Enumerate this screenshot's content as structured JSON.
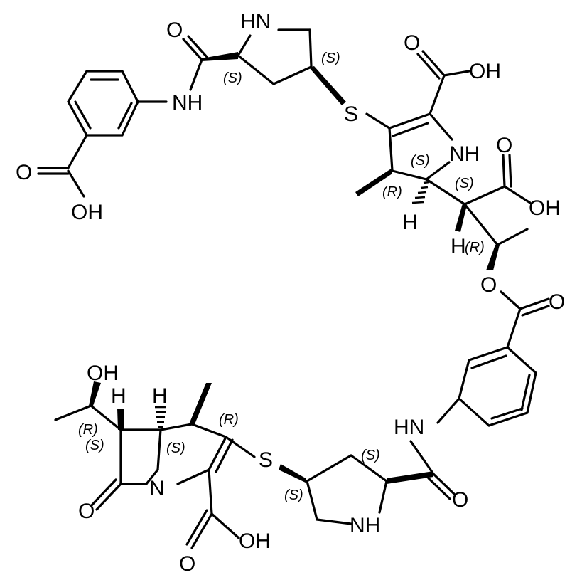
{
  "molecule": {
    "atoms": {
      "hn_top": "HN",
      "o_amide_top": "O",
      "nh_top": "NH",
      "o_acid_left": "O",
      "oh_acid_left": "OH",
      "s_top": "S",
      "o_cooh_top": "O",
      "oh_cooh_top": "OH",
      "nh_pyrroline": "NH",
      "o_cooh_mid": "O",
      "oh_cooh_mid": "OH",
      "h_ring": "H",
      "h_chain": "H",
      "o_ester": "O",
      "o_carbonyl_ester": "O",
      "oh_side": "OH",
      "h_c6": "H",
      "h_c5": "H",
      "hn_bottom_amide": "HN",
      "s_bottom": "S",
      "n_bicyclic": "N",
      "o_betalactam": "O",
      "o_amide_bottom": "O",
      "nh_bottom": "NH",
      "o_cooh_bottom": "O",
      "oh_cooh_bottom": "OH"
    },
    "stereo": {
      "s1": "(S)",
      "s2": "(S)",
      "s3": "(S)",
      "r1": "(R)",
      "s4": "(S)",
      "r2": "(R)",
      "r3": "(R)",
      "s5": "(S)",
      "s6": "(S)",
      "r4": "(R)",
      "s7": "(S)",
      "s8": "(S)"
    }
  }
}
